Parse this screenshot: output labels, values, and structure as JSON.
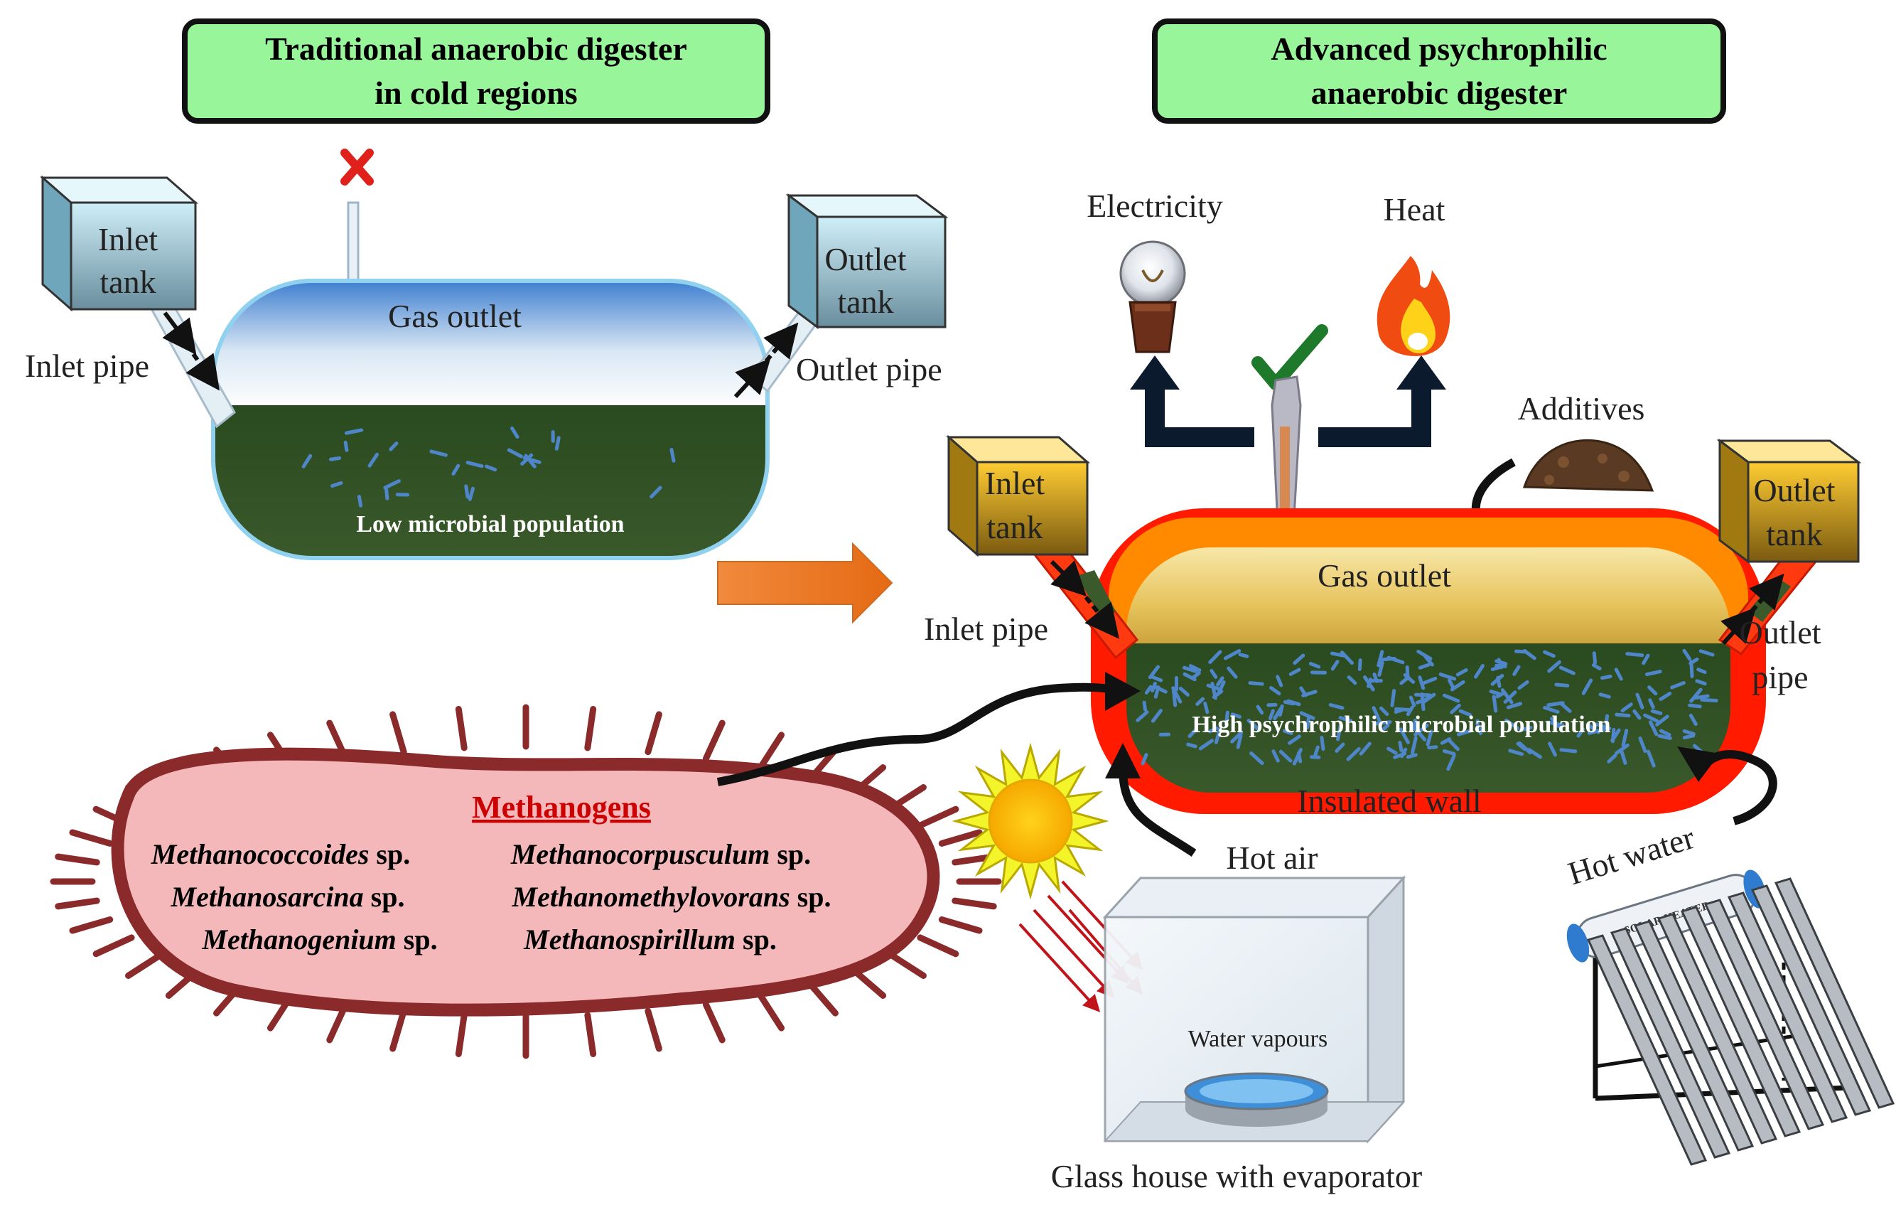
{
  "left_panel": {
    "title_line1": "Traditional anaerobic digester",
    "title_line2": "in cold regions",
    "inlet_tank_line1": "Inlet",
    "inlet_tank_line2": "tank",
    "outlet_tank_line1": "Outlet",
    "outlet_tank_line2": "tank",
    "inlet_pipe": "Inlet pipe",
    "outlet_pipe": "Outlet pipe",
    "gas_outlet": "Gas outlet",
    "population": "Low microbial population",
    "gas_status_icon": "cross-mark"
  },
  "right_panel": {
    "title_line1": "Advanced psychrophilic",
    "title_line2": "anaerobic digester",
    "electricity": "Electricity",
    "heat": "Heat",
    "additives": "Additives",
    "inlet_tank_line1": "Inlet",
    "inlet_tank_line2": "tank",
    "outlet_tank_line1": "Outlet",
    "outlet_tank_line2": "tank",
    "inlet_pipe": "Inlet pipe",
    "outlet_pipe_line1": "Outlet",
    "outlet_pipe_line2": "pipe",
    "gas_outlet": "Gas outlet",
    "population": "High psychrophilic microbial population",
    "insulated_wall": "Insulated wall",
    "gas_status_icon": "check-mark"
  },
  "methanogens": {
    "title": "Methanogens",
    "species": [
      {
        "genus": "Methanococcoides",
        "suffix": " sp."
      },
      {
        "genus": "Methanocorpusculum",
        "suffix": " sp."
      },
      {
        "genus": "Methanosarcina",
        "suffix": " sp."
      },
      {
        "genus": "Methanomethylovorans",
        "suffix": " sp."
      },
      {
        "genus": "Methanogenium",
        "suffix": " sp."
      },
      {
        "genus": "Methanospirillum",
        "suffix": " sp."
      }
    ]
  },
  "heating": {
    "hot_air": "Hot air",
    "hot_water": "Hot water",
    "water_vapours": "Water vapours",
    "glass_house": "Glass house with evaporator",
    "solar_heater": "SOLAR HEATER"
  },
  "colors": {
    "title_box": "#98f59a",
    "liquid": "#2f4a22",
    "microbes": "#4f86c9",
    "insulation_outer": "#ff1a00",
    "insulation_mid": "#ff8a00",
    "tank_blue": "#9fd3e6",
    "tank_yellow": "#f2b300",
    "cell_body": "#f4b8ba",
    "cell_wall": "#8a2a2a",
    "methanogens_title": "#cc0000"
  }
}
